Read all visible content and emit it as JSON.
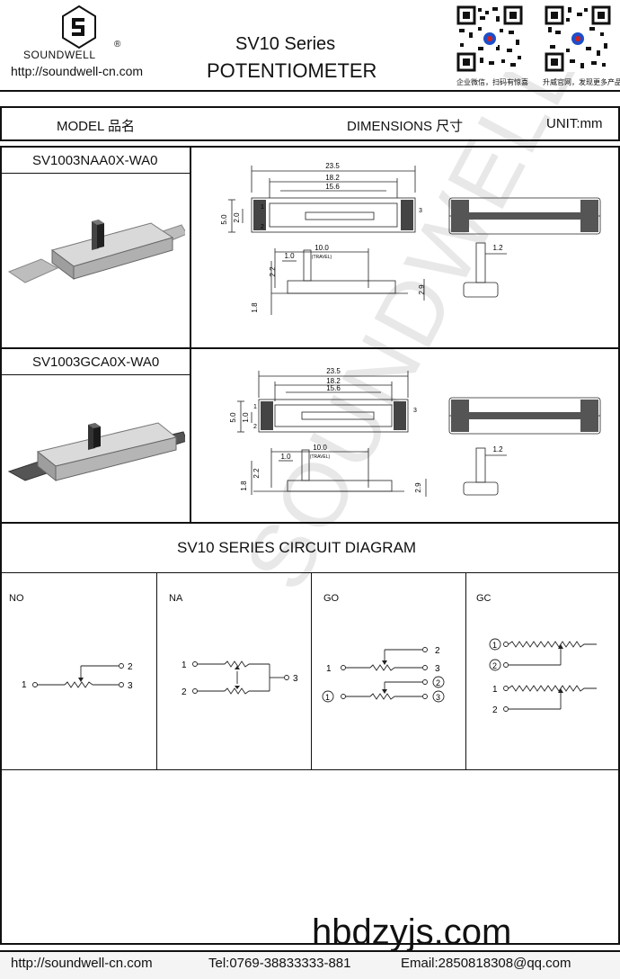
{
  "header": {
    "brand": "SOUNDWELL",
    "registered": "®",
    "url": "http://soundwell-cn.com",
    "title_line1": "SV10 Series",
    "title_line2": "POTENTIOMETER",
    "qr1_caption": "企业微信，扫码有惊喜",
    "qr2_caption": "升威官网，发现更多产品"
  },
  "table_header": {
    "model": "MODEL 品名",
    "dimensions": "DIMENSIONS 尺寸",
    "unit": "UNIT:mm"
  },
  "products": [
    {
      "model": "SV1003NAA0X-WA0",
      "dims": {
        "overall": "23.5",
        "mid": "18.2",
        "inner": "15.6",
        "height": "5.0",
        "h2": "2.0",
        "travel": "10.0",
        "travel_label": "(TRAVEL)",
        "knob": "1.0",
        "h_knob": "2.2",
        "h_base": "1.8",
        "h_total": "2.9",
        "side": "1.2",
        "pin1": "1",
        "pin2": "2",
        "pin3": "3"
      }
    },
    {
      "model": "SV1003GCA0X-WA0",
      "dims": {
        "overall": "23.5",
        "mid": "18.2",
        "inner": "15.6",
        "height": "5.0",
        "h2": "1.0",
        "travel": "10.0",
        "travel_label": "(TRAVEL)",
        "knob": "1.0",
        "h_knob": "2.2",
        "h_base": "1.8",
        "h_total": "2.9",
        "side": "1.2",
        "pin1": "1",
        "pin2": "2",
        "pin3": "3"
      }
    }
  ],
  "circuit": {
    "title": "SV10 SERIES CIRCUIT DIAGRAM",
    "cells": [
      {
        "name": "NO",
        "labels": [
          "1",
          "2",
          "3"
        ]
      },
      {
        "name": "NA",
        "labels": [
          "1",
          "2",
          "3"
        ]
      },
      {
        "name": "GO",
        "labels": [
          "1",
          "2",
          "2",
          "3",
          "1",
          "3"
        ]
      },
      {
        "name": "GC",
        "labels": [
          "1",
          "2",
          "1",
          "2"
        ]
      }
    ]
  },
  "footer": {
    "url": "http://soundwell-cn.com",
    "tel": "Tel:0769-38833333-881",
    "email": "Email:2850818308@qq.com",
    "site_mark": "hbdzyjs.com"
  },
  "watermark": "SOUNDWELL",
  "colors": {
    "line": "#111111",
    "watermark": "#e8e8e8",
    "footer_bg": "#f4f4f4"
  }
}
